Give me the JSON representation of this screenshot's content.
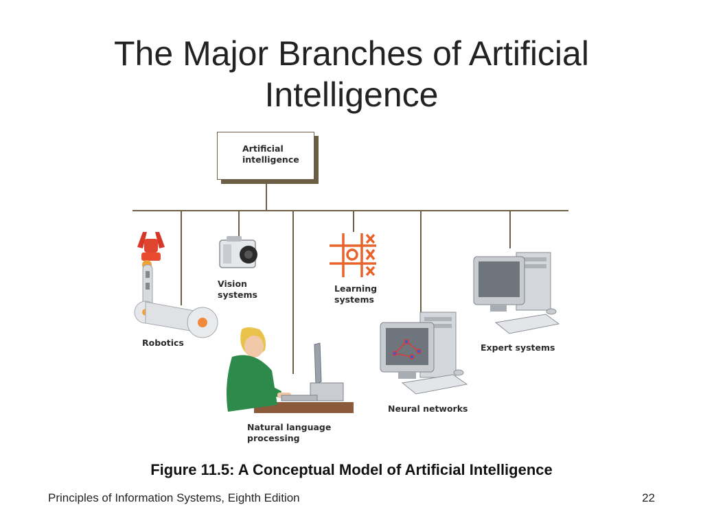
{
  "slide": {
    "title_line1": "The Major Branches of Artificial",
    "title_line2": "Intelligence",
    "caption": "Figure 11.5: A Conceptual Model of Artificial Intelligence",
    "footer_text": "Principles of Information Systems, Eighth Edition",
    "page_number": "22"
  },
  "diagram": {
    "root": {
      "line1": "Artificial",
      "line2": "intelligence"
    },
    "branches": [
      {
        "line1": "Robotics",
        "line2": "",
        "icon": "robot-arm-icon"
      },
      {
        "line1": "Vision",
        "line2": "systems",
        "icon": "camera-icon"
      },
      {
        "line1": "Natural language",
        "line2": "processing",
        "icon": "person-at-computer-icon"
      },
      {
        "line1": "Learning",
        "line2": "systems",
        "icon": "tic-tac-toe-icon"
      },
      {
        "line1": "Neural networks",
        "line2": "",
        "icon": "computer-icon"
      },
      {
        "line1": "Expert systems",
        "line2": "",
        "icon": "computer-icon"
      }
    ],
    "colors": {
      "connector": "#6b5e45",
      "accent": "#e8622c"
    }
  }
}
